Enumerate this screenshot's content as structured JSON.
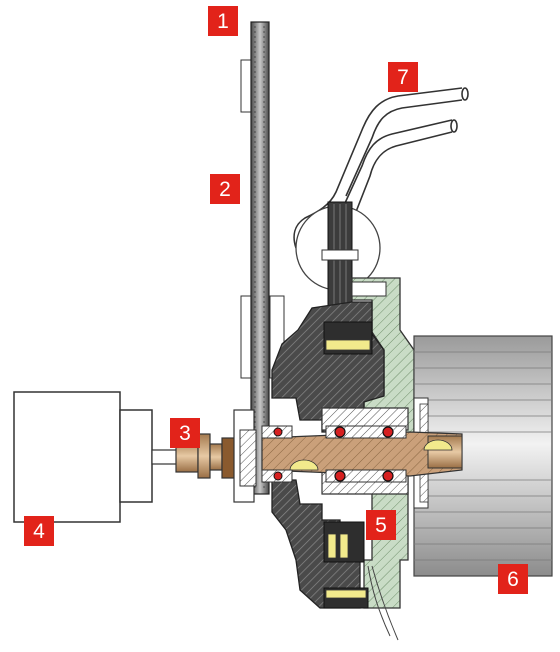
{
  "callouts": [
    {
      "label": "1",
      "part": "shaft"
    },
    {
      "label": "2",
      "part": "shaft"
    },
    {
      "label": "3",
      "part": "coupling"
    },
    {
      "label": "4",
      "part": "motor"
    },
    {
      "label": "5",
      "part": "housing"
    },
    {
      "label": "6",
      "part": "drum"
    },
    {
      "label": "7",
      "part": "tubes"
    }
  ],
  "colors": {
    "callout_bg": "#e2231a",
    "callout_text": "#ffffff",
    "outline": "#222222",
    "hatch_dark": "#3a3a3a",
    "green_part": "#c9dcc6",
    "brass": "#c9a178",
    "bearing_red": "#d62020",
    "yellow_dot": "#f2ea8c",
    "drum_grey": "#b8b8b8"
  }
}
